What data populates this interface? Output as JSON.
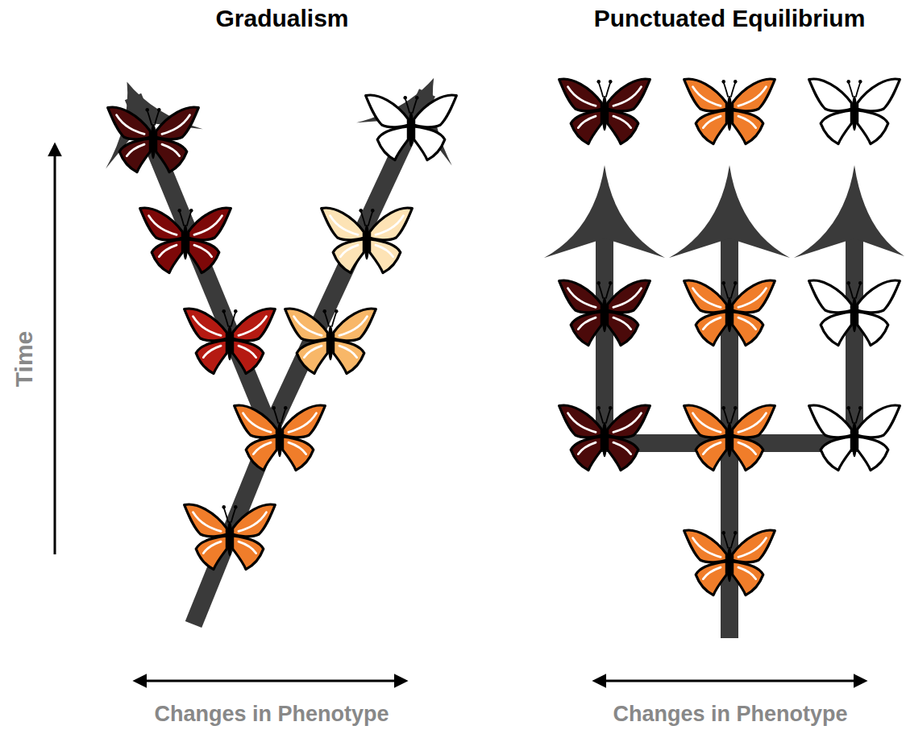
{
  "diagram": {
    "labels": [
      "Gradualism",
      "Punctuated Equilibrium",
      "Time",
      "Changes in Phenotype",
      "Changes in Phenotype"
    ]
  }
}
